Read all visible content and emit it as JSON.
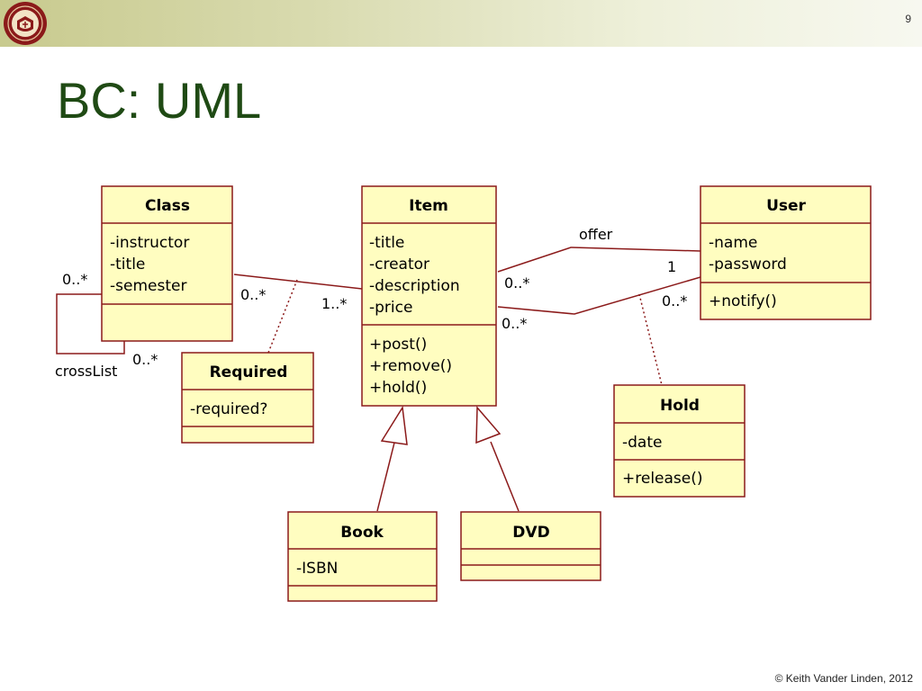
{
  "slide": {
    "title": "BC: UML",
    "page_number": "9",
    "copyright": "© Keith Vander Linden, 2012"
  },
  "colors": {
    "box_fill": "#fffdc0",
    "box_stroke": "#8b1a1a",
    "line": "#8b1a1a",
    "title_text": "#1f4a14"
  },
  "classes": {
    "class": {
      "name": "Class",
      "attributes": [
        "-instructor",
        "-title",
        "-semester"
      ],
      "operations": []
    },
    "item": {
      "name": "Item",
      "attributes": [
        "-title",
        "-creator",
        "-description",
        "-price"
      ],
      "operations": [
        "+post()",
        "+remove()",
        "+hold()"
      ]
    },
    "user": {
      "name": "User",
      "attributes": [
        "-name",
        "-password"
      ],
      "operations": [
        "+notify()"
      ]
    },
    "required": {
      "name": "Required",
      "attributes": [
        "-required?"
      ],
      "operations": []
    },
    "hold": {
      "name": "Hold",
      "attributes": [
        "-date"
      ],
      "operations": [
        "+release()"
      ]
    },
    "book": {
      "name": "Book",
      "attributes": [
        "-ISBN"
      ],
      "operations": []
    },
    "dvd": {
      "name": "DVD",
      "attributes": [],
      "operations": []
    }
  },
  "labels": {
    "crosslist": "crossList",
    "crosslist_mult_top": "0..*",
    "crosslist_mult_bottom": "0..*",
    "class_item_mult_class": "0..*",
    "class_item_mult_item": "1..*",
    "offer": "offer",
    "offer_mult_user": "1",
    "offer_mult_item": "0..*",
    "hold_mult_user": "0..*",
    "hold_mult_item": "0..*"
  }
}
